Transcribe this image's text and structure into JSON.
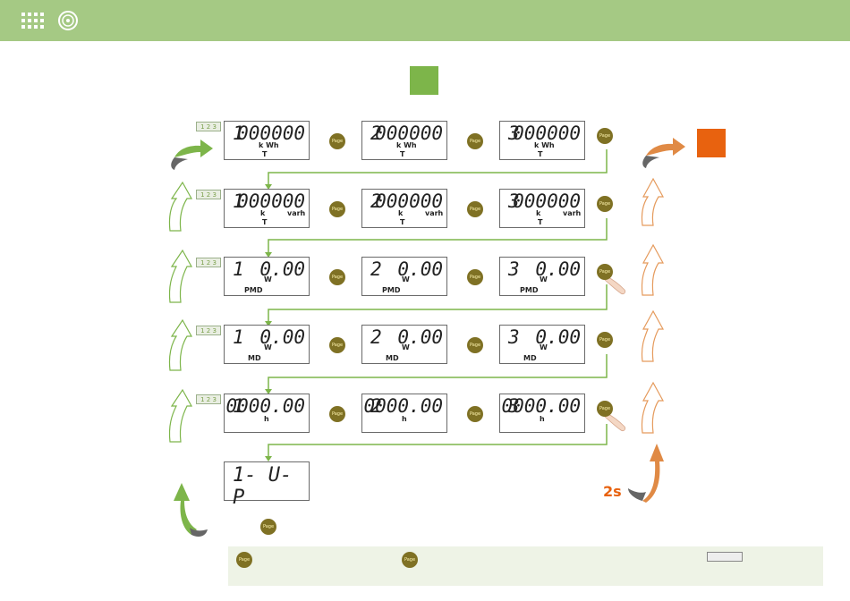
{
  "colors": {
    "header": "#a5c984",
    "green": "#7db54a",
    "orange": "#e8620f",
    "connector": "#7db54a",
    "button": "#7f7124"
  },
  "header": {
    "icons": [
      "grid-menu-icon",
      "dial-icon"
    ]
  },
  "page_button_label": "Page",
  "badge_label": "1 2 3",
  "rows": [
    {
      "badge": true,
      "displays": [
        {
          "index": "1",
          "value": "000000",
          "unit": "k Wh",
          "sub": "T"
        },
        {
          "index": "2",
          "value": "000000",
          "unit": "k Wh",
          "sub": "T"
        },
        {
          "index": "3",
          "value": "000000",
          "unit": "k Wh",
          "sub": "T"
        }
      ]
    },
    {
      "badge": true,
      "displays": [
        {
          "index": "1",
          "value": "000000",
          "unit_left": "k",
          "unit_right": "varh",
          "sub": "T"
        },
        {
          "index": "2",
          "value": "000000",
          "unit_left": "k",
          "unit_right": "varh",
          "sub": "T"
        },
        {
          "index": "3",
          "value": "000000",
          "unit_left": "k",
          "unit_right": "varh",
          "sub": "T"
        }
      ]
    },
    {
      "badge": true,
      "displays": [
        {
          "index": "1",
          "value": "0.00",
          "unit": "W",
          "sub": "PMD"
        },
        {
          "index": "2",
          "value": "0.00",
          "unit": "W",
          "sub": "PMD"
        },
        {
          "index": "3",
          "value": "0.00",
          "unit": "W",
          "sub": "PMD"
        }
      ]
    },
    {
      "badge": true,
      "displays": [
        {
          "index": "1",
          "value": "0.00",
          "unit": "W",
          "sub": "MD"
        },
        {
          "index": "2",
          "value": "0.00",
          "unit": "W",
          "sub": "MD"
        },
        {
          "index": "3",
          "value": "0.00",
          "unit": "W",
          "sub": "MD"
        }
      ]
    },
    {
      "badge": true,
      "displays": [
        {
          "index": "1",
          "value": "0000.00",
          "unit": "h",
          "sub": ""
        },
        {
          "index": "2",
          "value": "0000.00",
          "unit": "h",
          "sub": ""
        },
        {
          "index": "3",
          "value": "0000.00",
          "unit": "h",
          "sub": ""
        }
      ]
    }
  ],
  "final_display": "1- U- P",
  "hold_duration": "2s"
}
